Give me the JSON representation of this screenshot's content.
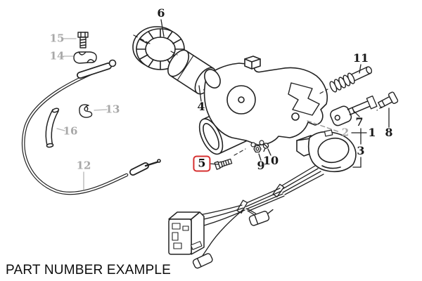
{
  "diagram": {
    "caption": "PART NUMBER EXAMPLE",
    "highlighted_part": "5",
    "colors": {
      "line": "#222222",
      "label_primary": "#1a1a1a",
      "label_secondary": "#a8a8a8",
      "highlight": "#d63030",
      "background": "#ffffff"
    },
    "callouts": [
      {
        "part": "15",
        "style": "secondary"
      },
      {
        "part": "14",
        "style": "secondary"
      },
      {
        "part": "6",
        "style": "primary"
      },
      {
        "part": "13",
        "style": "secondary"
      },
      {
        "part": "16",
        "style": "secondary"
      },
      {
        "part": "12",
        "style": "secondary"
      },
      {
        "part": "4",
        "style": "primary"
      },
      {
        "part": "5",
        "style": "primary",
        "highlighted": true
      },
      {
        "part": "9",
        "style": "primary"
      },
      {
        "part": "10",
        "style": "primary"
      },
      {
        "part": "11",
        "style": "primary"
      },
      {
        "part": "7",
        "style": "primary"
      },
      {
        "part": "2",
        "style": "secondary"
      },
      {
        "part": "1",
        "style": "primary"
      },
      {
        "part": "8",
        "style": "primary"
      },
      {
        "part": "3",
        "style": "primary"
      }
    ]
  }
}
